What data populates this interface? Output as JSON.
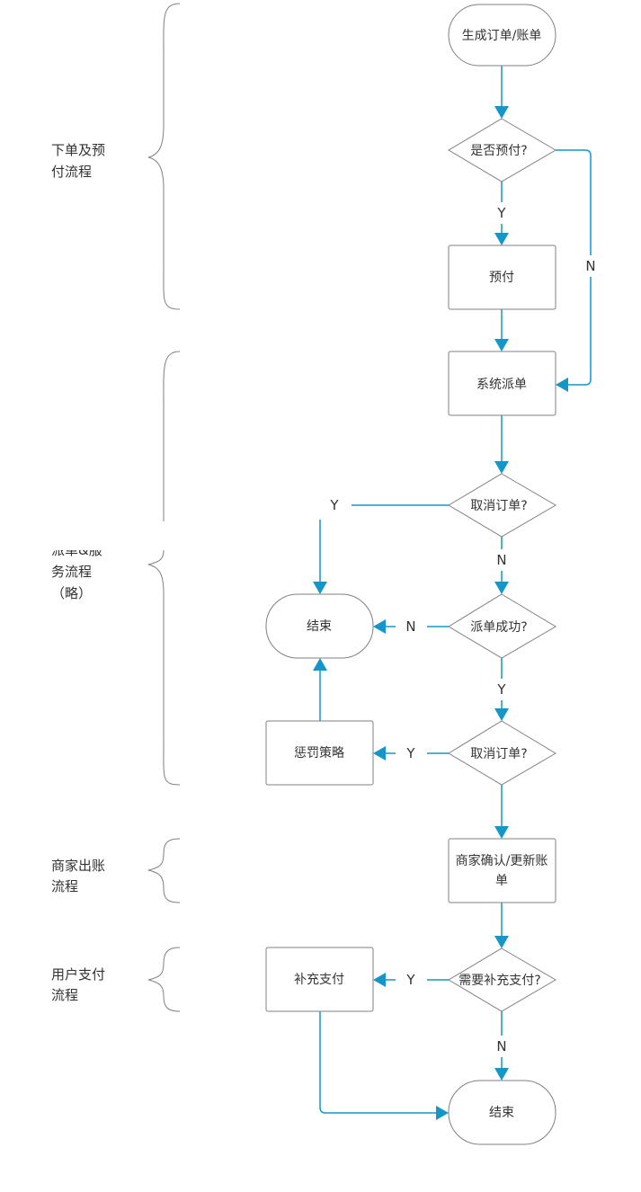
{
  "lanes": [
    {
      "lines": [
        "下单及预",
        "付流程"
      ]
    },
    {
      "lines": [
        "派单&服",
        "务流程",
        "（略）"
      ]
    },
    {
      "lines": [
        "商家出账",
        "流程"
      ]
    },
    {
      "lines": [
        "用户支付",
        "流程"
      ]
    }
  ],
  "nodes": {
    "start": "生成订单/账单",
    "prepay_q": "是否预付?",
    "prepay": "预付",
    "dispatch": "系统派单",
    "cancel_q1": "取消订单?",
    "dispatch_ok_q": "派单成功?",
    "end1": "结束",
    "cancel_q2": "取消订单?",
    "penalty": "惩罚策略",
    "merchant_line1": "商家确认/更新账",
    "merchant_line2": "单",
    "supplement_q": "需要补充支付?",
    "supplement": "补充支付",
    "end2": "结束"
  },
  "edge_labels": {
    "prepay_yes": "Y",
    "prepay_no": "N",
    "cancel1_yes": "Y",
    "cancel1_no": "N",
    "dispatch_no": "N",
    "dispatch_yes": "Y",
    "cancel2_yes": "Y",
    "supplement_yes": "Y",
    "supplement_no": "N"
  },
  "colors": {
    "edge": "#1596c8",
    "border": "#808080"
  }
}
